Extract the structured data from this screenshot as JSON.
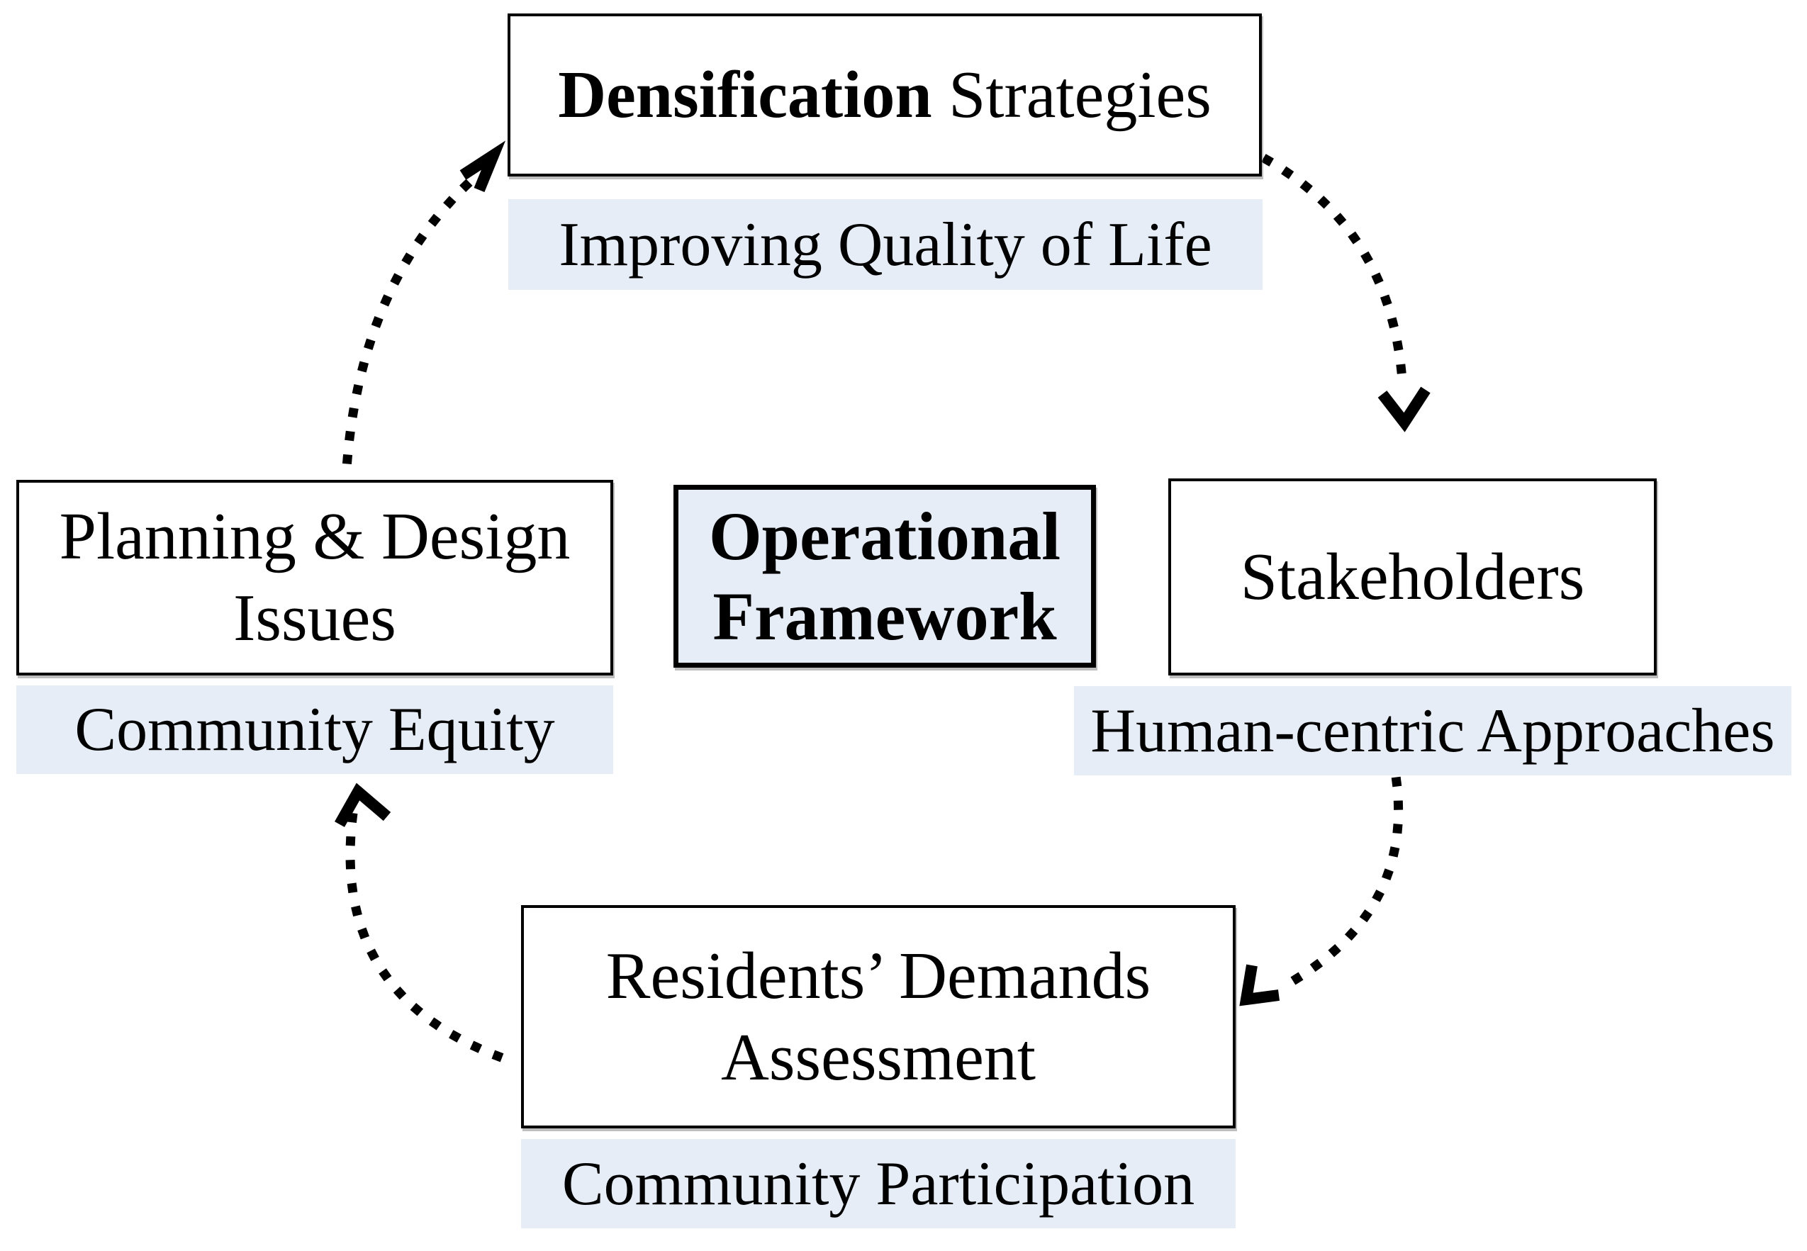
{
  "figure": {
    "background": "#ffffff",
    "band_bg": "#e7edf6",
    "border_color": "#000000",
    "text_color": "#000000",
    "center_box": {
      "line1": "Operational",
      "line2": "Framework"
    },
    "top_node": {
      "title_bold": "Densification",
      "title_regular": " Strategies",
      "sublabel": "Improving Quality of Life"
    },
    "right_node": {
      "title": "Stakeholders",
      "sublabel": "Human-centric Approaches"
    },
    "bottom_node": {
      "title_line1": "Residents’ Demands",
      "title_line2": "Assessment",
      "sublabel": "Community Participation"
    },
    "left_node": {
      "title_line1": "Planning & Design",
      "title_line2": "Issues",
      "sublabel": "Community Equity"
    }
  }
}
